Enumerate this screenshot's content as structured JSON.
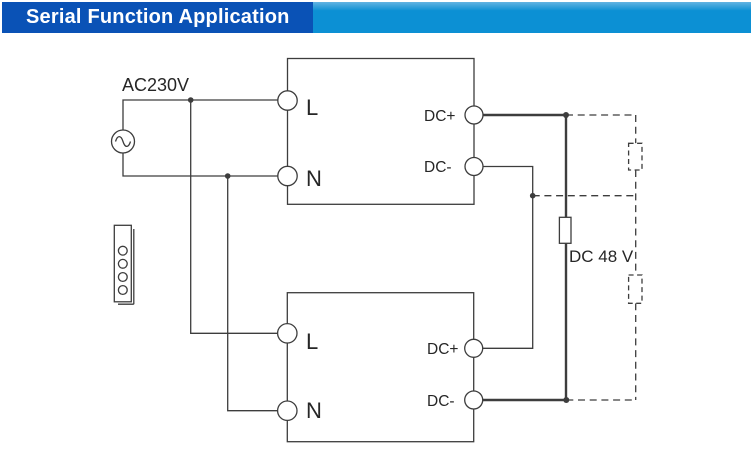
{
  "header": {
    "title": "Serial Function Application",
    "colors": {
      "dark_blue": "#0a52b6",
      "light_blue": "#0c90d4"
    }
  },
  "diagram": {
    "ac_source_label": "AC230V",
    "load_label": "DC 48 V",
    "psu_top": {
      "l": "L",
      "n": "N",
      "dc_plus": "DC+",
      "dc_minus": "DC-"
    },
    "psu_bottom": {
      "l": "L",
      "n": "N",
      "dc_plus": "DC+",
      "dc_minus": "DC-"
    },
    "line_color": "#3d3d3d"
  }
}
